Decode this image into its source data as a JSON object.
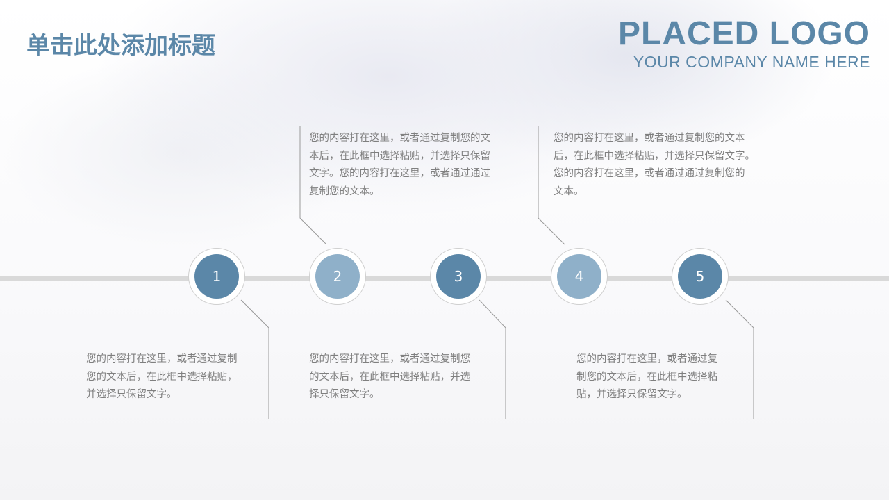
{
  "title": "单击此处添加标题",
  "logo": {
    "main": "PLACED LOGO",
    "sub": "YOUR COMPANY NAME HERE"
  },
  "colors": {
    "dark": "#5b87a8",
    "light": "#8fb0c9",
    "text": "#7f7f7f",
    "track": "#d9d9d9"
  },
  "nodes": [
    "1",
    "2",
    "3",
    "4",
    "5"
  ],
  "texts": {
    "t2": [
      "您的内容打在这里，或者通过复制您的文",
      "本后，在此框中选择粘贴，并选择只保留",
      "文字。您的内容打在这里，或者通过通过",
      "复制您的文本。"
    ],
    "t4": [
      "您的内容打在这里，或者通过复制您的文本",
      "后，在此框中选择粘贴，并选择只保留文字。",
      "您的内容打在这里，或者通过通过复制您的",
      "文本。"
    ],
    "t1": [
      "您的内容打在这里，或者通过复制",
      "您的文本后，在此框中选择粘贴，",
      "并选择只保留文字。"
    ],
    "t3": [
      "您的内容打在这里，或者通过复制您",
      "的文本后，在此框中选择粘贴，并选",
      "择只保留文字。"
    ],
    "t5": [
      "您的内容打在这里，或者通过复",
      "制您的文本后，在此框中选择粘",
      "贴，并选择只保留文字。"
    ]
  }
}
